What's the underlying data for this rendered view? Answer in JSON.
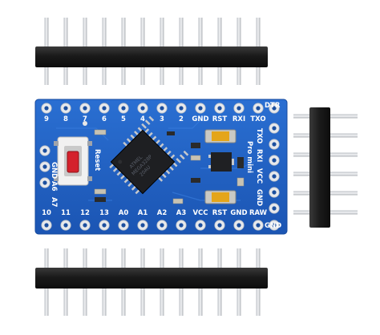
{
  "image": {
    "subject": "Arduino Pro Mini board with header pins",
    "board_color": "#1f5fc4",
    "pad_color": "#e7e9ec",
    "header_color": "#1c1c1c"
  },
  "board": {
    "top_labels": [
      "9",
      "8",
      "7",
      "6",
      "5",
      "4",
      "3",
      "2",
      "GND",
      "RST",
      "RXI",
      "TXO"
    ],
    "bottom_labels": [
      "10",
      "11",
      "12",
      "13",
      "A0",
      "A1",
      "A2",
      "A3",
      "VCC",
      "RST",
      "GND",
      "RAW"
    ],
    "corner_top_label": "DTR",
    "corner_bottom_label": "GND",
    "right_side_labels": [
      "TXO",
      "RXI",
      "VCC",
      "GND"
    ],
    "pro_mini_label": "Pro mini",
    "reset_label": "Reset",
    "left_side_labels": [
      "GND",
      "A6",
      "A7"
    ],
    "chip_text": [
      "ATMEL",
      "MEGA328P",
      "20AU"
    ]
  }
}
